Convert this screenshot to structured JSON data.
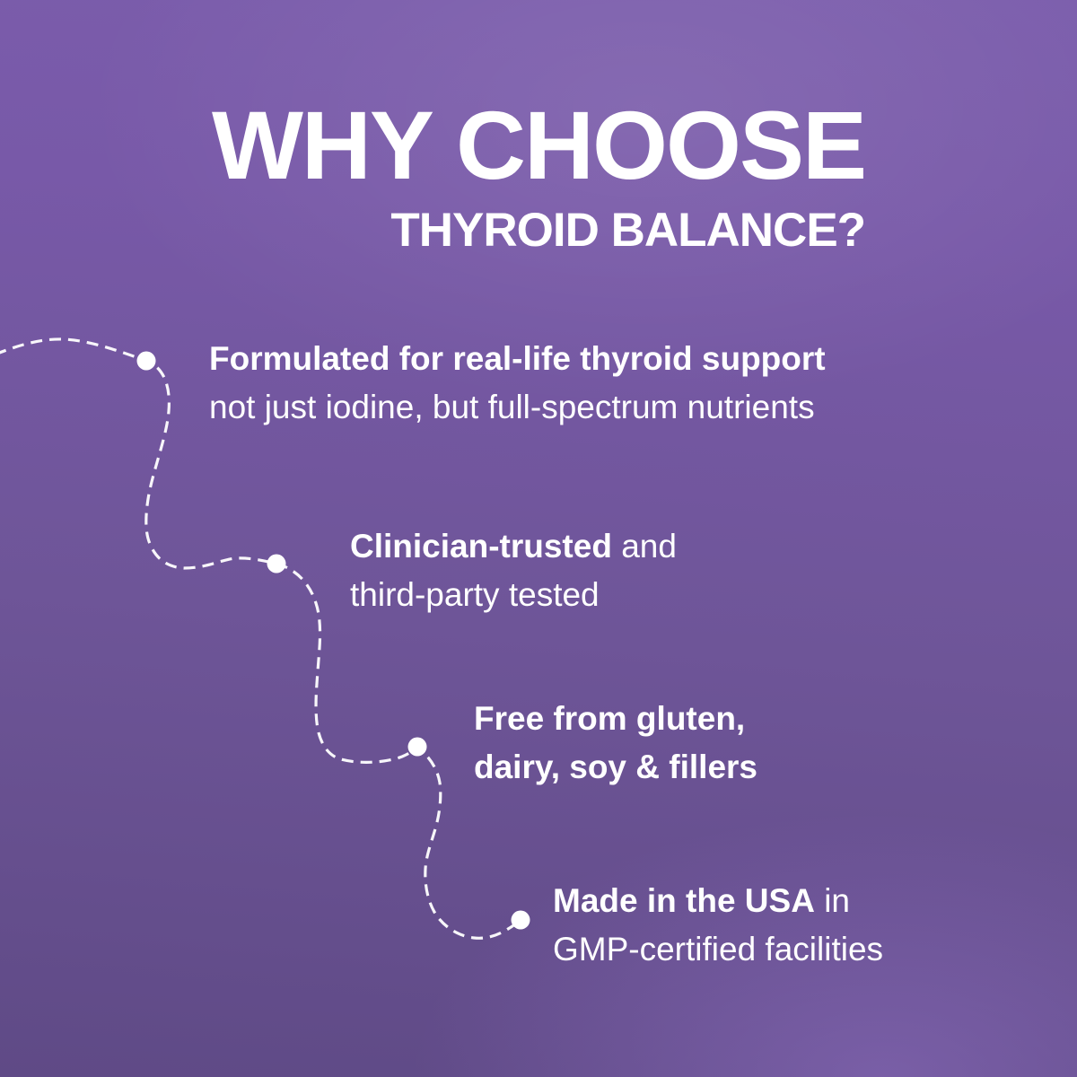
{
  "title": {
    "line1": "WHY CHOOSE",
    "line2": "THYROID BALANCE?"
  },
  "benefits": [
    {
      "line1": {
        "bold": "Formulated for real-life thyroid support",
        "regular": ""
      },
      "line2": {
        "bold": "",
        "regular": "not just iodine, but full-spectrum nutrients"
      }
    },
    {
      "line1": {
        "bold": "Clinician-trusted",
        "regular": " and"
      },
      "line2": {
        "bold": "",
        "regular": "third-party tested"
      }
    },
    {
      "line1": {
        "bold": "Free from gluten,",
        "regular": ""
      },
      "line2": {
        "bold": "dairy, soy & fillers",
        "regular": ""
      }
    },
    {
      "line1": {
        "bold": "Made in the USA",
        "regular": " in"
      },
      "line2": {
        "bold": "",
        "regular": "GMP-certified facilities"
      }
    }
  ],
  "connector": {
    "style": "dashed-line-with-dots",
    "dot_count": 4
  },
  "colors": {
    "background_top": "#7b5dac",
    "background_mid": "#6e5598",
    "background_bottom": "#5f4a86",
    "text": "#ffffff",
    "connector": "#ffffff"
  }
}
